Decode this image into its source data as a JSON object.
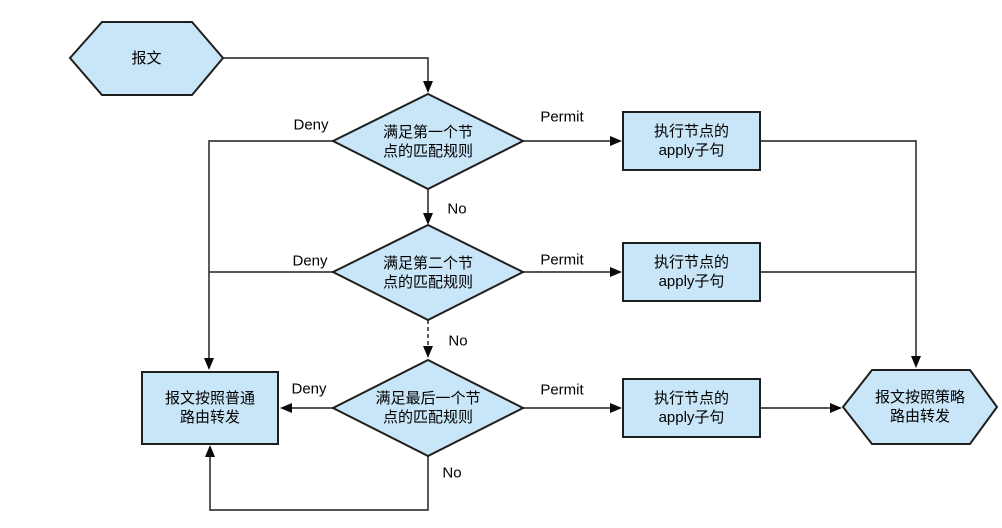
{
  "flowchart": {
    "nodes": {
      "start": {
        "label": "报文"
      },
      "decision1": {
        "line1": "满足第一个节",
        "line2": "点的匹配规则"
      },
      "decision2": {
        "line1": "满足第二个节",
        "line2": "点的匹配规则"
      },
      "decision3": {
        "line1": "满足最后一个节",
        "line2": "点的匹配规则"
      },
      "apply1": {
        "line1": "执行节点的",
        "line2": "apply子句"
      },
      "apply2": {
        "line1": "执行节点的",
        "line2": "apply子句"
      },
      "apply3": {
        "line1": "执行节点的",
        "line2": "apply子句"
      },
      "normal_route": {
        "line1": "报文按照普通",
        "line2": "路由转发"
      },
      "policy_route": {
        "line1": "报文按照策略",
        "line2": "路由转发"
      }
    },
    "edge_labels": {
      "deny1": "Deny",
      "permit1": "Permit",
      "no1": "No",
      "deny2": "Deny",
      "permit2": "Permit",
      "no2": "No",
      "deny3": "Deny",
      "permit3": "Permit",
      "no3": "No"
    },
    "colors": {
      "node_fill": "#C8E6F8",
      "node_border": "#1F1F1F",
      "connector": "#3D3D3D",
      "arrowhead": "#0A0A0A",
      "label_text": "#000000",
      "background": "#FFFFFF"
    }
  }
}
